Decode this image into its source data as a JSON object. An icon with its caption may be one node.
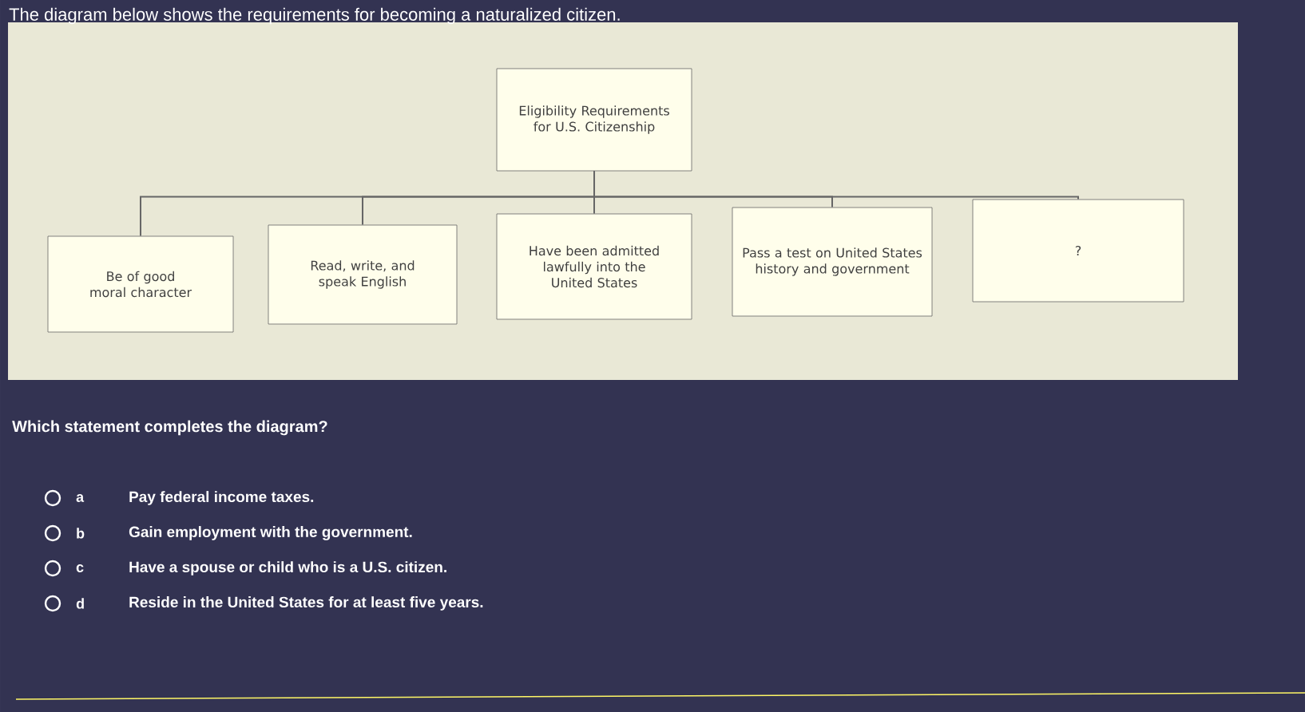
{
  "diagram": {
    "title": "The diagram below shows the requirements for becoming a naturalized citizen.",
    "nodes": [
      {
        "text": [
          "Eligibility Requirements for U.S. Citizenship"
        ]
      },
      {
        "text": [
          "Be of good moral character"
        ]
      },
      {
        "text": [
          "Read, write, and speak English"
        ]
      },
      {
        "text": [
          "Have been admitted lawfully into the United States"
        ]
      },
      {
        "text": [
          "Pass a test on United States history and government"
        ]
      },
      {
        "text": [
          "?"
        ]
      }
    ],
    "edges": [
      {
        "from": 0,
        "to": 1,
        "arrow": "none"
      },
      {
        "from": 0,
        "to": 2,
        "arrow": "none"
      },
      {
        "from": 0,
        "to": 3,
        "arrow": "none"
      },
      {
        "from": 0,
        "to": 4,
        "arrow": "none"
      },
      {
        "from": 0,
        "to": 5,
        "arrow": "none"
      }
    ],
    "labels": [
      "Which statement completes the diagram?",
      "a",
      "Pay federal income taxes.",
      "b",
      "Gain employment with the government.",
      "c",
      "Have a spouse or child who is a U.S. citizen.",
      "d",
      "Reside in the United States for at least five years."
    ]
  }
}
